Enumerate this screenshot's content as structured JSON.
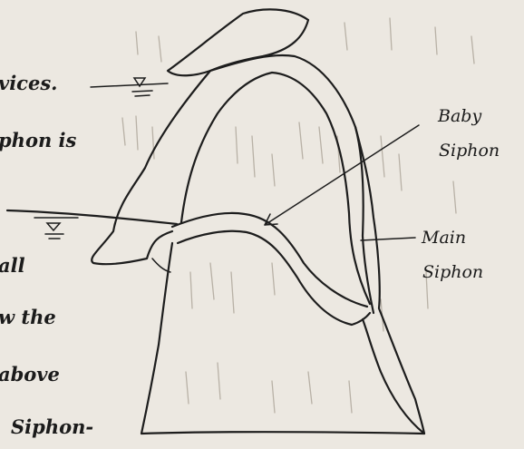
{
  "margin_text": {
    "line1": "vices.",
    "line2": "phon is",
    "line3": "all",
    "line4": "w  the",
    "line5": "above",
    "line6": "Siphon-"
  },
  "labels": {
    "baby_line1": "Baby",
    "baby_line2": "Siphon",
    "main_line1": "Main",
    "main_line2": "Siphon"
  },
  "colors": {
    "paper": "#ece8e1",
    "ink": "#1d1d1d"
  }
}
